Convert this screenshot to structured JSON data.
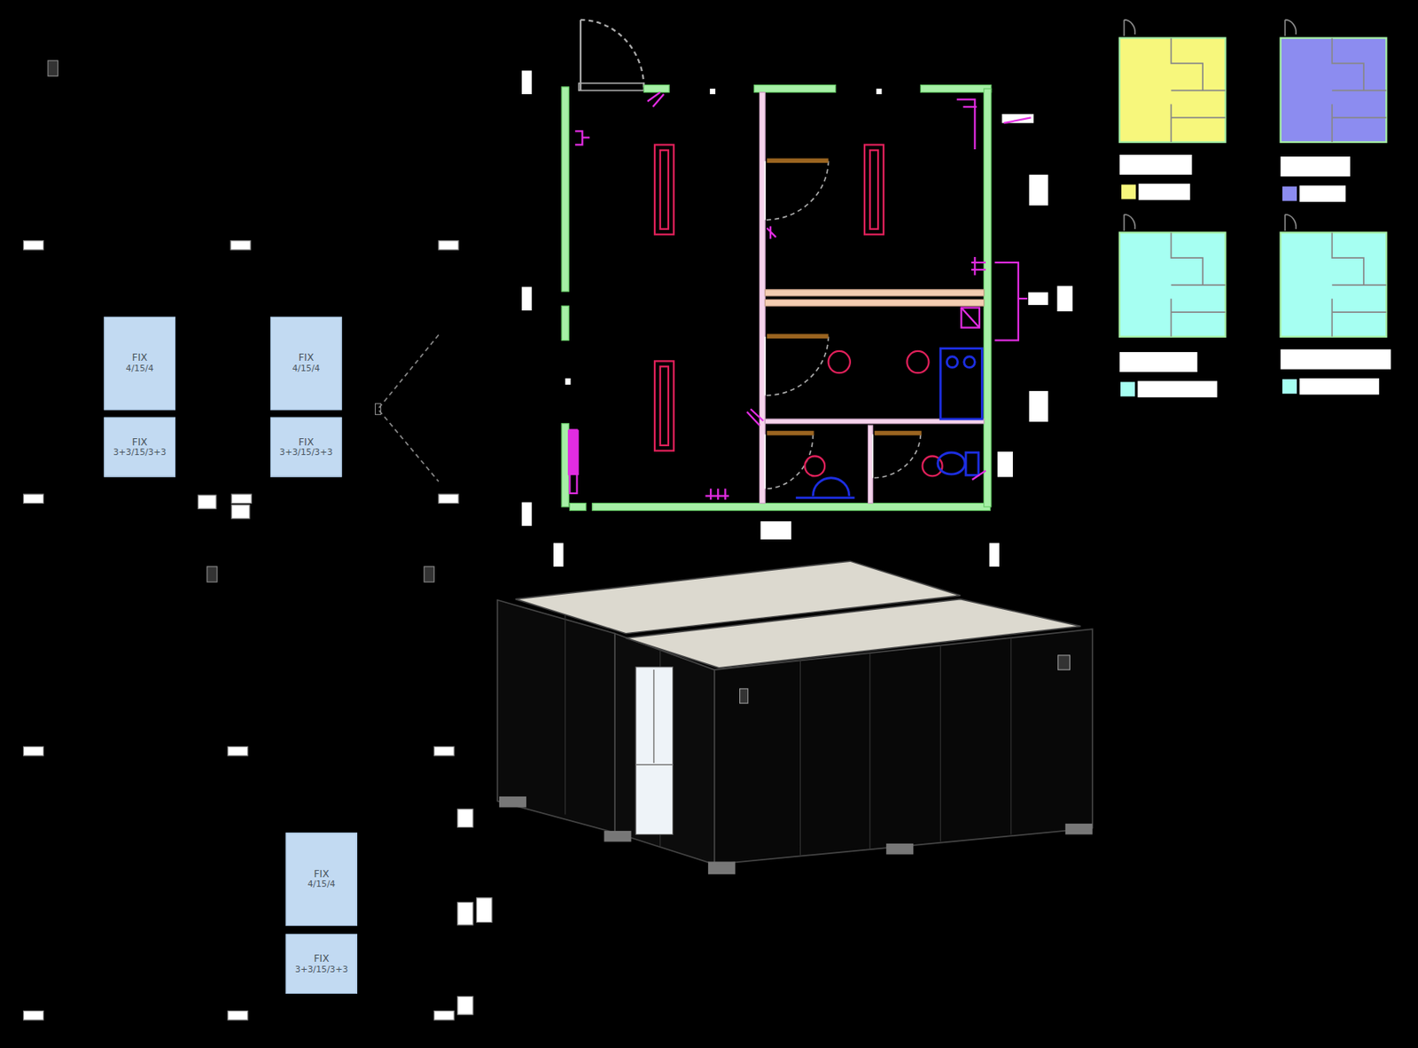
{
  "diagram": {
    "nodes": [
      {
        "text": [
          "FIX",
          "4/15/4"
        ]
      },
      {
        "text": [
          "FIX",
          "3+3/15/3+3"
        ]
      },
      {
        "text": [
          "FIX",
          "4/15/4"
        ]
      },
      {
        "text": [
          "FIX",
          "3+3/15/3+3"
        ]
      },
      {
        "text": [
          "FIX",
          "4/15/4"
        ]
      },
      {
        "text": [
          "FIX",
          "3+3/15/3+3"
        ]
      }
    ]
  }
}
